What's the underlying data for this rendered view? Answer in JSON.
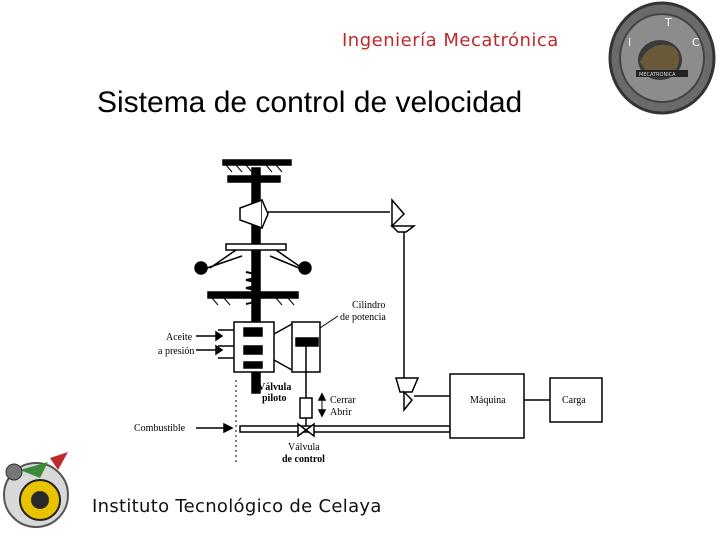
{
  "header": {
    "subtitle": "Ingeniería Mecatrónica"
  },
  "slide": {
    "title": "Sistema de control de velocidad"
  },
  "footer": {
    "institution": "Instituto Tecnológico de Celaya"
  },
  "logo_top": {
    "letters": [
      "T",
      "I",
      "C"
    ],
    "caption": "MECATRONICA"
  },
  "diagram": {
    "labels": {
      "cilindro_1": "Cilindro",
      "cilindro_2": "de potencia",
      "aceite_1": "Aceite",
      "aceite_2": "a  presión",
      "valvula_piloto_1": "Válvula",
      "valvula_piloto_2": "piloto",
      "cerrar": "Cerrar",
      "abrir": "Abrir",
      "combustible": "Combustible",
      "valvula_control_1": "Válvula",
      "valvula_control_2": "de control",
      "maquina": "Máquina",
      "carga": "Carga"
    }
  }
}
